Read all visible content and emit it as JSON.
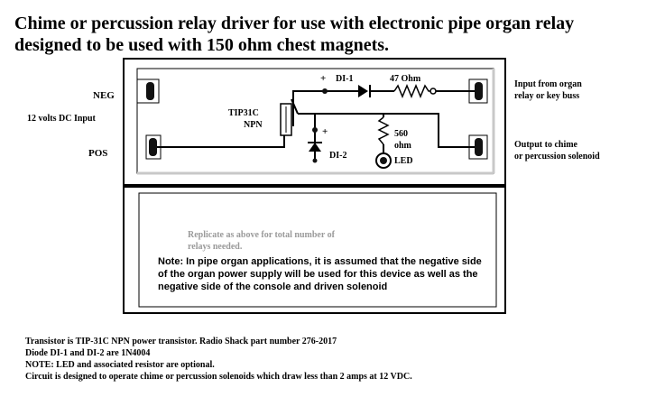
{
  "title": {
    "line1": "Chime or percussion relay driver for use with electronic pipe organ relay",
    "line2": "designed to be used with 150 ohm chest magnets."
  },
  "labels": {
    "neg": "NEG",
    "input_12v": "12 volts DC Input",
    "pos": "POS",
    "transistor_line1": "TIP31C",
    "transistor_line2": "NPN",
    "diode1": "DI-1",
    "resistor_47": "47 Ohm",
    "diode2": "DI-2",
    "resistor_560_line1": "560",
    "resistor_560_line2": "ohm",
    "led": "LED",
    "plus_d1": "+",
    "plus_d2": "+",
    "input_organ_line1": "Input from organ",
    "input_organ_line2": "relay or key buss",
    "output_line1": "Output to chime",
    "output_line2": "or percussion solenoid"
  },
  "lower_panel": {
    "replicate_line1": "Replicate as above for total number of",
    "replicate_line2": "relays needed.",
    "note": "Note: In pipe organ applications, it is assumed that the negative side of the organ power supply will be used for this device as well as the negative side of the console and driven solenoid"
  },
  "footer": [
    "Transistor is TIP-31C NPN power transistor. Radio Shack part number 276-2017",
    "Diode DI-1 and DI-2 are 1N4004",
    "NOTE: LED and associated resistor are optional.",
    "Circuit is designed to operate chime or percussion solenoids which draw less than 2 amps at 12 VDC."
  ]
}
